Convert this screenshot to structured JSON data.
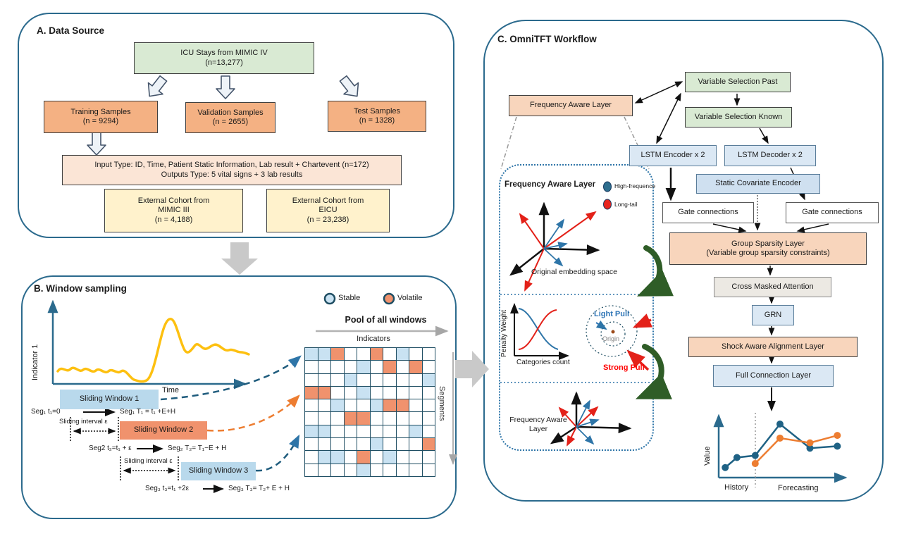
{
  "colors": {
    "panel_border": "#2b6a8d",
    "green_box": "#d9ead3",
    "orange_box": "#f4b183",
    "yellow_box": "#fff2cc",
    "pink_box": "#fbe5d6",
    "salmon_box": "#f8d5bc",
    "blue_box": "#dbe8f4",
    "window_blue": "#b9d9ec",
    "window_orange": "#f0926d",
    "grid_blue": "#c9e2f2",
    "grid_orange": "#f0926d",
    "curve_yellow": "#fdc010",
    "series_blue": "#1f6285",
    "series_orange": "#ed7d31",
    "red_arrow": "#e32119",
    "green_arrow": "#2f5d27"
  },
  "panel_a": {
    "title": "A. Data Source",
    "icu_box": "ICU Stays from MIMIC IV\n(n=13,277)",
    "training_box": "Training Samples\n(n = 9294)",
    "validation_box": "Validation Samples\n(n = 2655)",
    "test_box": "Test Samples\n(n = 1328)",
    "io_box": "Input Type: ID, Time, Patient Static Information, Lab result + Chartevent (n=172)\nOutputs Type: 5 vital signs + 3 lab results",
    "mimic_iii_box": "External Cohort from\nMIMIC III\n(n = 4,188)",
    "eicu_box": "External Cohort from\nEICU\n(n = 23,238)"
  },
  "panel_b": {
    "title": "B. Window sampling",
    "indicator_axis_label": "Indicator 1",
    "time_axis_label": "Time",
    "legend": {
      "stable": "Stable",
      "volatile": "Volatile"
    },
    "pool_title": "Pool of all windows",
    "indicators_label": "Indicators",
    "segments_label": "Segments",
    "sliding_window_1": "Sliding Window 1",
    "sliding_window_2": "Sliding Window 2",
    "sliding_window_3": "Sliding Window 3",
    "seg1_lhs": "Seg₁ t₁=0",
    "seg1_rhs": "Seg₁ T₁ = t₁ +E+H",
    "sliding_interval_1": "Sliding interval ε",
    "seg2_lhs": "Seg2 t₂=t₁ + ε",
    "seg2_rhs": "Seg₂ T₂= T₁−E + H",
    "sliding_interval_2": "Sliding interval ε",
    "seg3_lhs": "Seg₃ t₃=t₁ +2ε",
    "seg3_rhs": "Seg₃ T₃= T₂+ E + H",
    "grid_pattern": [
      "BBOWWOWBWW",
      "WWWWBWOWOW",
      "WWWBWWWWWB",
      "OOWWBWWWWW",
      "WWBWWBOOWW",
      "WWWOOWWWWW",
      "BBWWWWWWBW",
      "WWWWWBWWWO",
      "WBBWOWBWWW",
      "WWWWBWWWWW"
    ]
  },
  "panel_c": {
    "title": "C. OmniTFT Workflow",
    "frequency_aware_layer": "Frequency Aware Layer",
    "variable_selection_past": "Variable Selection Past",
    "variable_selection_known": "Variable Selection Known",
    "lstm_encoder": "LSTM Encoder x 2",
    "lstm_decoder": "LSTM Decoder x 2",
    "static_covariate_encoder": "Static Covariate Encoder",
    "gate_connections_left": "Gate connections",
    "gate_connections_right": "Gate connections",
    "group_sparsity_layer": "Group Sparsity Layer\n(Variable group sparsity constraints)",
    "cross_masked_attention": "Cross Masked Attention",
    "grn": "GRN",
    "shock_aware_alignment_layer": "Shock Aware Alignment Layer",
    "full_connection_layer": "Full Connection Layer",
    "detail": {
      "title": "Frequency Aware Layer",
      "legend_high_frequence": "High-frequence",
      "legend_long_tail": "Long-tail",
      "original_embedding_label": "Original embedding space",
      "penalty_weight_label": "Penalty Weight",
      "categories_count_label": "Categories count",
      "light_pull": "Light Pull",
      "strong_pull": "Strong Pull",
      "origin": "Origin",
      "result_label": "Frequency Aware\nLayer"
    },
    "forecast": {
      "value_label": "Value",
      "history_label": "History",
      "forecasting_label": "Forecasting",
      "blue_series": [
        [
          0.05,
          0.15
        ],
        [
          0.14,
          0.3
        ],
        [
          0.28,
          0.33
        ],
        [
          0.47,
          0.8
        ],
        [
          0.7,
          0.44
        ],
        [
          0.91,
          0.47
        ]
      ],
      "orange_series": [
        [
          0.28,
          0.21
        ],
        [
          0.47,
          0.59
        ],
        [
          0.7,
          0.52
        ],
        [
          0.91,
          0.63
        ]
      ],
      "divider_x": 0.28
    }
  }
}
